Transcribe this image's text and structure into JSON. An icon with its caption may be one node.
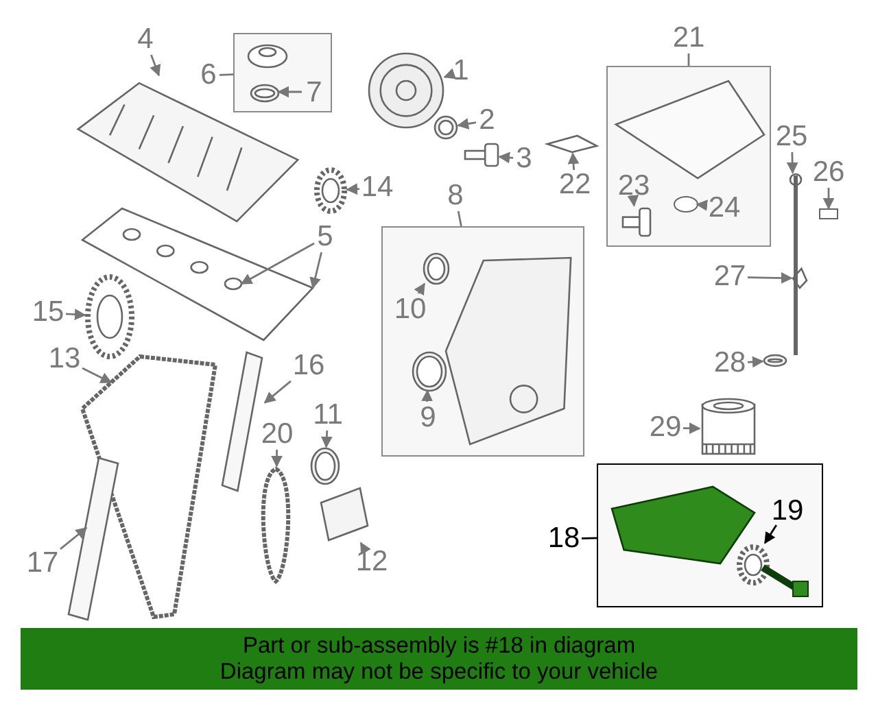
{
  "diagram": {
    "nodes": [
      {
        "text": [
          "1"
        ]
      },
      {
        "text": [],
        "shape": "picture"
      },
      {
        "text": [
          "2"
        ]
      },
      {
        "text": [],
        "shape": "picture"
      },
      {
        "text": [
          "3"
        ]
      },
      {
        "text": [],
        "shape": "picture"
      },
      {
        "text": [
          "4"
        ]
      },
      {
        "text": [],
        "shape": "picture"
      },
      {
        "text": [],
        "shape": "box"
      },
      {
        "text": [
          "6"
        ]
      },
      {
        "text": [],
        "shape": "picture",
        "in": 8
      },
      {
        "text": [],
        "shape": "picture",
        "in": 8
      },
      {
        "text": [
          "7"
        ],
        "in": 8
      },
      {
        "text": [
          "14"
        ]
      },
      {
        "text": [],
        "shape": "picture"
      },
      {
        "text": [
          "5"
        ]
      },
      {
        "text": [],
        "shape": "picture"
      },
      {
        "text": [],
        "shape": "picture",
        "in": 16
      },
      {
        "text": [
          "15"
        ]
      },
      {
        "text": [],
        "shape": "picture"
      },
      {
        "text": [
          "13"
        ]
      },
      {
        "text": [],
        "shape": "picture"
      },
      {
        "text": [
          "16"
        ]
      },
      {
        "text": [],
        "shape": "picture"
      },
      {
        "text": [
          "17"
        ]
      },
      {
        "text": [],
        "shape": "picture"
      },
      {
        "text": [
          "20"
        ]
      },
      {
        "text": [],
        "shape": "picture"
      },
      {
        "text": [
          "11"
        ]
      },
      {
        "text": [],
        "shape": "picture"
      },
      {
        "text": [
          "12"
        ]
      },
      {
        "text": [],
        "shape": "picture"
      },
      {
        "text": [],
        "shape": "box"
      },
      {
        "text": [
          "8"
        ]
      },
      {
        "text": [
          "10"
        ],
        "in": 32
      },
      {
        "text": [],
        "shape": "picture",
        "in": 32
      },
      {
        "text": [
          "9"
        ],
        "in": 32
      },
      {
        "text": [],
        "shape": "picture",
        "in": 32
      },
      {
        "text": [],
        "shape": "picture",
        "in": 32
      },
      {
        "text": [
          "22"
        ]
      },
      {
        "text": [],
        "shape": "picture"
      },
      {
        "text": [],
        "shape": "box"
      },
      {
        "text": [
          "21"
        ]
      },
      {
        "text": [],
        "shape": "picture",
        "in": 41
      },
      {
        "text": [
          "23"
        ],
        "in": 41
      },
      {
        "text": [],
        "shape": "picture",
        "in": 41
      },
      {
        "text": [
          "24"
        ],
        "in": 41
      },
      {
        "text": [],
        "shape": "circle",
        "in": 41
      },
      {
        "text": [
          "25"
        ]
      },
      {
        "text": [],
        "shape": "picture"
      },
      {
        "text": [
          "26"
        ]
      },
      {
        "text": [],
        "shape": "box"
      },
      {
        "text": [
          "27"
        ]
      },
      {
        "text": [],
        "shape": "picture"
      },
      {
        "text": [
          "28"
        ]
      },
      {
        "text": [],
        "shape": "picture"
      },
      {
        "text": [
          "29"
        ]
      },
      {
        "text": [],
        "shape": "picture"
      },
      {
        "text": [],
        "shape": "box"
      },
      {
        "text": [
          "18"
        ]
      },
      {
        "text": [],
        "shape": "picture",
        "in": 58
      },
      {
        "text": [
          "19"
        ],
        "in": 58
      },
      {
        "text": [],
        "shape": "picture",
        "in": 58
      },
      {
        "text": [
          "Part or sub-assembly is #18 in diagram",
          "Diagram may not be specific to your vehicle"
        ]
      }
    ],
    "edges": [
      {
        "from": 0,
        "to": 1,
        "arrow": "to"
      },
      {
        "from": 2,
        "to": 3,
        "arrow": "to"
      },
      {
        "from": 4,
        "to": 5,
        "arrow": "to"
      },
      {
        "from": 6,
        "to": 7,
        "arrow": "to"
      },
      {
        "from": 9,
        "to": 8,
        "arrow": "none"
      },
      {
        "from": 12,
        "to": 11,
        "arrow": "to"
      },
      {
        "from": 13,
        "to": 14,
        "arrow": "to"
      },
      {
        "from": 15,
        "to": 17,
        "arrow": "to"
      },
      {
        "from": 15,
        "to": 16,
        "arrow": "to"
      },
      {
        "from": 18,
        "to": 19,
        "arrow": "to"
      },
      {
        "from": 20,
        "to": 21,
        "arrow": "to"
      },
      {
        "from": 22,
        "to": 23,
        "arrow": "to"
      },
      {
        "from": 24,
        "to": 25,
        "arrow": "to"
      },
      {
        "from": 26,
        "to": 27,
        "arrow": "to"
      },
      {
        "from": 28,
        "to": 29,
        "arrow": "to"
      },
      {
        "from": 30,
        "to": 31,
        "arrow": "to"
      },
      {
        "from": 33,
        "to": 32,
        "arrow": "none"
      },
      {
        "from": 34,
        "to": 35,
        "arrow": "to"
      },
      {
        "from": 36,
        "to": 37,
        "arrow": "to"
      },
      {
        "from": 39,
        "to": 40,
        "arrow": "to"
      },
      {
        "from": 42,
        "to": 41,
        "arrow": "none"
      },
      {
        "from": 44,
        "to": 45,
        "arrow": "to"
      },
      {
        "from": 46,
        "to": 47,
        "arrow": "to"
      },
      {
        "from": 48,
        "to": 49,
        "arrow": "to"
      },
      {
        "from": 50,
        "to": 51,
        "arrow": "to"
      },
      {
        "from": 52,
        "to": 53,
        "arrow": "to"
      },
      {
        "from": 54,
        "to": 55,
        "arrow": "to"
      },
      {
        "from": 56,
        "to": 57,
        "arrow": "to"
      },
      {
        "from": 59,
        "to": 58,
        "arrow": "none",
        "color": "#000000"
      },
      {
        "from": 61,
        "to": 62,
        "arrow": "to",
        "color": "#000000"
      }
    ]
  }
}
